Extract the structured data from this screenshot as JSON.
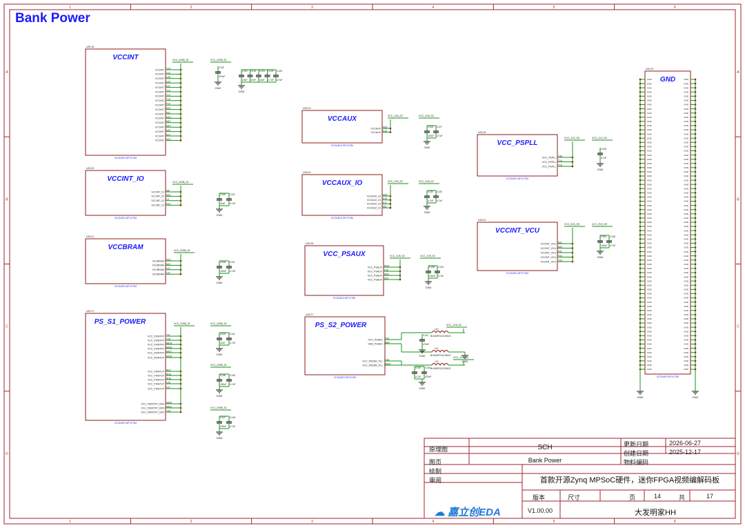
{
  "page_title": "Bank Power",
  "border_columns": [
    "1",
    "2",
    "3",
    "4",
    "5",
    "6"
  ],
  "border_rows": [
    "A",
    "B",
    "C",
    "D"
  ],
  "colors": {
    "frame": "#a0202a",
    "block": "#8b1a1a",
    "title": "#1a1aff",
    "wire": "#169216",
    "text": "#1a1a1a",
    "logo": "#1e78d8"
  },
  "blocks": {
    "vccint": {
      "designator": "U33.16",
      "name": "VCCINT",
      "part": "XCZU4EV-SFVC784",
      "net": "VCC_0V85_S1",
      "pins": [
        "VCCINT",
        "VCCINT",
        "VCCINT",
        "VCCINT",
        "VCCINT",
        "VCCINT",
        "VCCINT",
        "VCCINT",
        "VCCINT",
        "VCCINT",
        "VCCINT",
        "VCCINT",
        "VCCINT",
        "VCCINT",
        "VCCINT",
        "VCCINT",
        "VCCINT"
      ],
      "pin_numbers": [
        "V14",
        "V12",
        "U15",
        "U13",
        "U11",
        "T14",
        "T12",
        "T10",
        "P14",
        "N13",
        "N11",
        "M14",
        "M12",
        "M10",
        "N15",
        "N17",
        "N13"
      ]
    },
    "vccint_io": {
      "designator": "U33.20",
      "name": "VCCINT_IO",
      "part": "XCZU4EV-SFVC784",
      "net": "VCC_0V85_S1",
      "pins": [
        "VCCINT_IO",
        "VCCINT_IO",
        "VCCINT_IO",
        "VCCINT_IO"
      ],
      "pin_numbers": [
        "M9",
        "M10",
        "L9",
        "K10"
      ]
    },
    "vccbram": {
      "designator": "U33.21",
      "name": "VCCBRAM",
      "part": "XCZU4EV-SFVC784",
      "net": "VCC_0V85_S1",
      "pins": [
        "VCCBRAM",
        "VCCBRAM",
        "VCCBRAM",
        "VCCBRAM"
      ],
      "pin_numbers": [
        "M13",
        "M11",
        "L12",
        "L15"
      ]
    },
    "ps_s1_power": {
      "designator": "U33.17",
      "name": "PS_S1_POWER",
      "part": "XCZU4EV-SFVC784",
      "net": "VCC_0V85_S1",
      "pins": [
        "VCC_PSINTFP",
        "VCC_PSINTFP",
        "VCC_PSINTFP",
        "VCC_PSINTFP",
        "VCC_PSINTFP",
        "VCC_PSINTFP",
        "VCC_PSINTLP",
        "VCC_PSINTLP",
        "VCC_PSINTLP",
        "VCC_PSINTLP",
        "VCC_PSINTLP",
        "VCC_PSINTFP_DDR",
        "VCC_PSINTFP_DDR",
        "VCC_PSINTFP_DDR"
      ],
      "pin_numbers": [
        "Y17",
        "Y15",
        "AB19",
        "AA18",
        "AA17",
        "AA15",
        "W17",
        "W18",
        "W16",
        "V19",
        "V17",
        "AA20",
        "AA21",
        "Y19"
      ]
    },
    "vccaux": {
      "designator": "U33.23",
      "name": "VCCAUX",
      "part": "XCZU4EV-SFVC784",
      "net": "VCC_1V8_S2",
      "pins": [
        "VCCAUX",
        "VCCAUX"
      ],
      "pin_numbers": [
        "M16",
        "K16"
      ]
    },
    "vccaux_io": {
      "designator": "U33.24",
      "name": "VCCAUX_IO",
      "part": "XCZU4EV-SFVC784",
      "net": "VCC_1V8_S2",
      "pins": [
        "VCCAUX_IO",
        "VCCAUX_IO",
        "VCCAUX_IO",
        "VCCAUX_IO"
      ],
      "pin_numbers": [
        "M15",
        "K15",
        "K17",
        "M17"
      ]
    },
    "vcc_psaux": {
      "designator": "U33.25",
      "name": "VCC_PSAUX",
      "part": "XCZU4EV-SFVC784",
      "net": "VCC_1V8_S2",
      "pins": [
        "VCC_PSAUX",
        "VCC_PSAUX",
        "VCC_PSAUX",
        "VCC_PSAUX"
      ],
      "pin_numbers": [
        "W15",
        "V16",
        "W20",
        "V20"
      ]
    },
    "ps_s2_power": {
      "designator": "U33.27",
      "name": "PS_S2_POWER",
      "part": "XCZU4EV-SFVC784",
      "pins": [
        "VCC_PSADC",
        "GND_PSADC",
        "VCC_PSDDR_PLL",
        "VCC_PSDDR_PLL"
      ],
      "pin_numbers": [
        "Y20",
        "W20",
        "Y18",
        "AA19"
      ]
    },
    "vcc_psppll": {
      "designator": "U33.26",
      "name": "VCC_PSPLL",
      "part": "XCZU4EV-SFVC784",
      "net": "VCC_1V2_S3",
      "pins": [
        "VCC_PSPLL",
        "VCC_PSPLL",
        "VCC_PSPLL"
      ],
      "pin_numbers": [
        "U16",
        "T16",
        "T15"
      ]
    },
    "vccint_vcu": {
      "designator": "U33.22",
      "name": "VCCINT_VCU",
      "part": "XCZU4EV-SFVC784",
      "net": "VCC_0V9_S9",
      "pins": [
        "VCCINT_VCU",
        "VCCINT_VCU",
        "VCCINT_VCU",
        "VCCINT_VCU",
        "VCCINT_VCU"
      ],
      "pin_numbers": [
        "N21",
        "N20",
        "P21",
        "P20",
        "T20"
      ]
    },
    "gnd": {
      "designator": "U33.19",
      "name": "GND",
      "part": "XCZU4EV-SFVC784",
      "pin_label": "GND"
    }
  },
  "capacitors": {
    "c120": {
      "ref": "C120",
      "value": "470uF",
      "net": "VCC_0V85_S1"
    },
    "c121": {
      "ref": "C121",
      "value": "22uF"
    },
    "c122": {
      "ref": "C122",
      "value": "22uF"
    },
    "c123": {
      "ref": "C123",
      "value": "22uF"
    },
    "c124": {
      "ref": "C124",
      "value": "4.7uF"
    },
    "c125": {
      "ref": "C125",
      "value": "4.7uF"
    },
    "c130": {
      "ref": "C130",
      "value": "22uF"
    },
    "c131": {
      "ref": "C131",
      "value": "4.7uF"
    },
    "c136": {
      "ref": "C136",
      "value": "100uF"
    },
    "c137": {
      "ref": "C137",
      "value": "4.7uF"
    },
    "c126": {
      "ref": "C126",
      "value": "100uF"
    },
    "c127": {
      "ref": "C127",
      "value": "4.7uF"
    },
    "c132": {
      "ref": "C132",
      "value": "4.7uF"
    },
    "c133": {
      "ref": "C133",
      "value": "4.7uF"
    },
    "c138": {
      "ref": "C138",
      "value": "100uF"
    },
    "c139": {
      "ref": "C139",
      "value": "4.7uF"
    },
    "c128": {
      "ref": "C128",
      "value": "4.7uF"
    },
    "c134": {
      "ref": "C134",
      "value": "100uF"
    },
    "c135": {
      "ref": "C135",
      "value": "4.7uF"
    },
    "c140": {
      "ref": "C140",
      "value": "22uF"
    },
    "c141": {
      "ref": "C141",
      "value": "4.7uF"
    },
    "c145": {
      "ref": "C145",
      "value": "100uF"
    },
    "c146": {
      "ref": "C146",
      "value": "4.7uF"
    },
    "c147": {
      "ref": "C147",
      "value": "100uF"
    },
    "c148": {
      "ref": "C148",
      "value": "4.7uF"
    },
    "c142": {
      "ref": "C142",
      "value": "470nF"
    },
    "c143": {
      "ref": "C143",
      "value": "4.7uF"
    },
    "c144": {
      "ref": "C144",
      "value": "470nF"
    }
  },
  "inductors": [
    {
      "ref": "L10",
      "part": "BLM18PG121SN1D",
      "net": "VCC_1V8_S2"
    },
    {
      "ref": "L11",
      "part": "BLM18PG121SN1D"
    },
    {
      "ref": "L12",
      "part": "BLM18PG121SN1D",
      "net": "VCC_1V8_S2"
    }
  ],
  "gnd_label": "GND",
  "title_block": {
    "row1_label": "原理图",
    "row1_value": "SCH",
    "updated_label": "更新日期",
    "updated_value": "2026-06-27",
    "created_label": "创建日期",
    "created_value": "2025-12-17",
    "page_label": "图页",
    "page_value": "Bank Power",
    "part_number_label": "物料编码",
    "drawn_label": "绘制",
    "reviewed_label": "审阅",
    "project": "首款开源Zynq MPSoC硬件，迷你FPGA视频编解码板",
    "version_label": "版本",
    "size_label": "尺寸",
    "page_no_label": "页",
    "page_no": "14",
    "total_label": "共",
    "total": "17",
    "version": "V1.00.00",
    "author": "大发明家HH",
    "logo": "嘉立创EDA"
  }
}
